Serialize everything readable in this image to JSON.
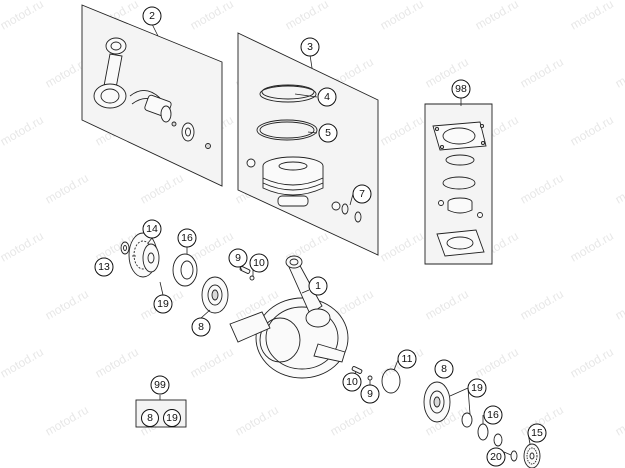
{
  "watermark": "motod.ru",
  "callouts": {
    "c1": "1",
    "c2": "2",
    "c3": "3",
    "c4": "4",
    "c5": "5",
    "c7": "7",
    "c8a": "8",
    "c8b": "8",
    "c9a": "9",
    "c9b": "9",
    "c10a": "10",
    "c10b": "10",
    "c11": "11",
    "c13": "13",
    "c14": "14",
    "c15": "15",
    "c16a": "16",
    "c16b": "16",
    "c19a": "19",
    "c19b": "19",
    "c19c": "19",
    "c20": "20",
    "c98": "98",
    "c99": "99"
  },
  "kit99": {
    "items": [
      "8",
      "19"
    ]
  }
}
